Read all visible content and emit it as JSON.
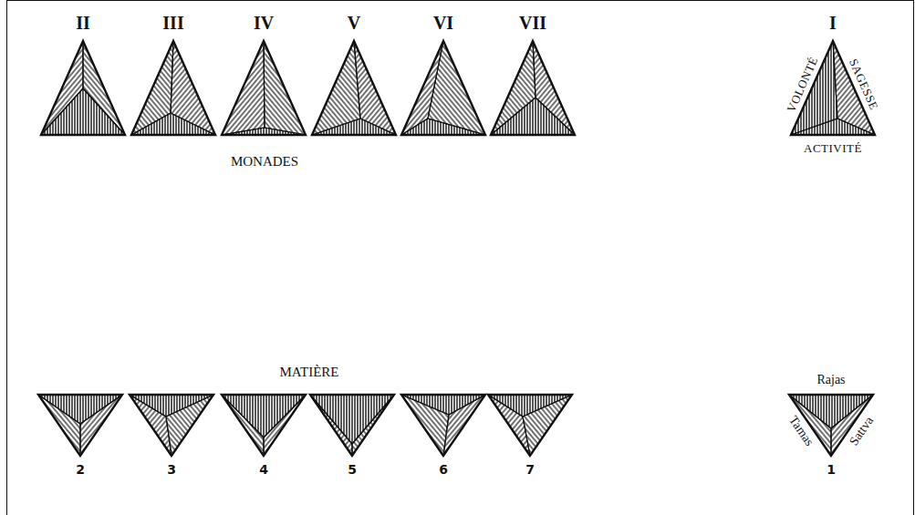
{
  "diagram": {
    "nodes": [
      {
        "text": [
          "II"
        ]
      },
      {
        "text": [
          "III"
        ]
      },
      {
        "text": [
          "IV"
        ]
      },
      {
        "text": [
          "V"
        ]
      },
      {
        "text": [
          "VI"
        ]
      },
      {
        "text": [
          "VII"
        ]
      },
      {
        "text": [
          "I",
          "VOLONTÉ",
          "SAGESSE",
          "ACTIVITÉ"
        ]
      },
      {
        "text": [
          "2"
        ]
      },
      {
        "text": [
          "3"
        ]
      },
      {
        "text": [
          "4"
        ]
      },
      {
        "text": [
          "5"
        ]
      },
      {
        "text": [
          "6"
        ]
      },
      {
        "text": [
          "7"
        ]
      },
      {
        "text": [
          "1",
          "Rajas",
          "Tamas",
          "Sattva"
        ]
      }
    ],
    "labels": [
      "MONADES",
      "MATIÈRE"
    ]
  }
}
